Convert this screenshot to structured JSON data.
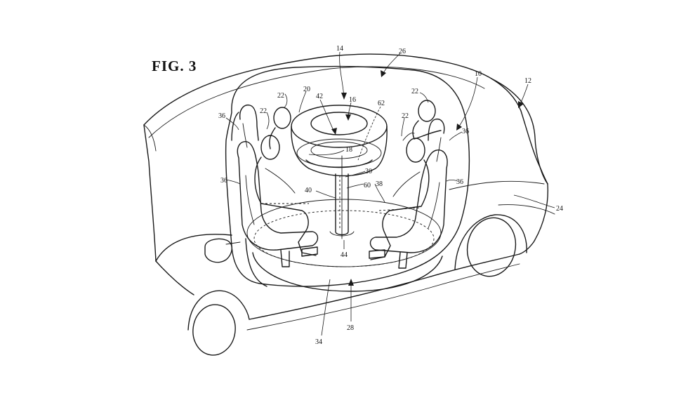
{
  "figure": {
    "title": "FIG. 3"
  },
  "reference_numerals": [
    {
      "id": "ref-14",
      "label": "14"
    },
    {
      "id": "ref-26",
      "label": "26"
    },
    {
      "id": "ref-10",
      "label": "10"
    },
    {
      "id": "ref-12",
      "label": "12"
    },
    {
      "id": "ref-20",
      "label": "20"
    },
    {
      "id": "ref-42",
      "label": "42"
    },
    {
      "id": "ref-16",
      "label": "16"
    },
    {
      "id": "ref-62",
      "label": "62"
    },
    {
      "id": "ref-22a",
      "label": "22"
    },
    {
      "id": "ref-22b",
      "label": "22"
    },
    {
      "id": "ref-22c",
      "label": "22"
    },
    {
      "id": "ref-22d",
      "label": "22"
    },
    {
      "id": "ref-36a",
      "label": "36"
    },
    {
      "id": "ref-36b",
      "label": "36"
    },
    {
      "id": "ref-36c",
      "label": "36"
    },
    {
      "id": "ref-36d",
      "label": "36"
    },
    {
      "id": "ref-18",
      "label": "18"
    },
    {
      "id": "ref-30",
      "label": "30"
    },
    {
      "id": "ref-60",
      "label": "60"
    },
    {
      "id": "ref-38",
      "label": "38"
    },
    {
      "id": "ref-40",
      "label": "40"
    },
    {
      "id": "ref-44",
      "label": "44"
    },
    {
      "id": "ref-24",
      "label": "24"
    },
    {
      "id": "ref-34",
      "label": "34"
    },
    {
      "id": "ref-28",
      "label": "28"
    }
  ]
}
